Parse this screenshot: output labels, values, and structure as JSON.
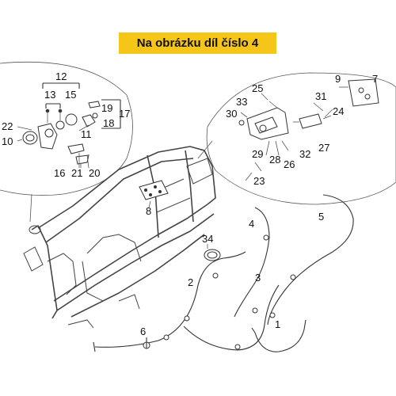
{
  "banner": {
    "text": "Na obrázku díl číslo 4",
    "color": "#f5c518"
  },
  "callouts": {
    "c1": "1",
    "c2": "2",
    "c3": "3",
    "c4": "4",
    "c5": "5",
    "c6": "6",
    "c7": "7",
    "c8": "8",
    "c9": "9",
    "c10": "10",
    "c11": "11",
    "c12": "12",
    "c13": "13",
    "c15": "15",
    "c16": "16",
    "c17": "17",
    "c18": "18",
    "c19": "19",
    "c20": "20",
    "c21": "21",
    "c22": "22",
    "c23": "23",
    "c24": "24",
    "c25": "25",
    "c26": "26",
    "c27": "27",
    "c28": "28",
    "c29": "29",
    "c30": "30",
    "c31": "31",
    "c32": "32",
    "c33": "33",
    "c34": "34"
  }
}
